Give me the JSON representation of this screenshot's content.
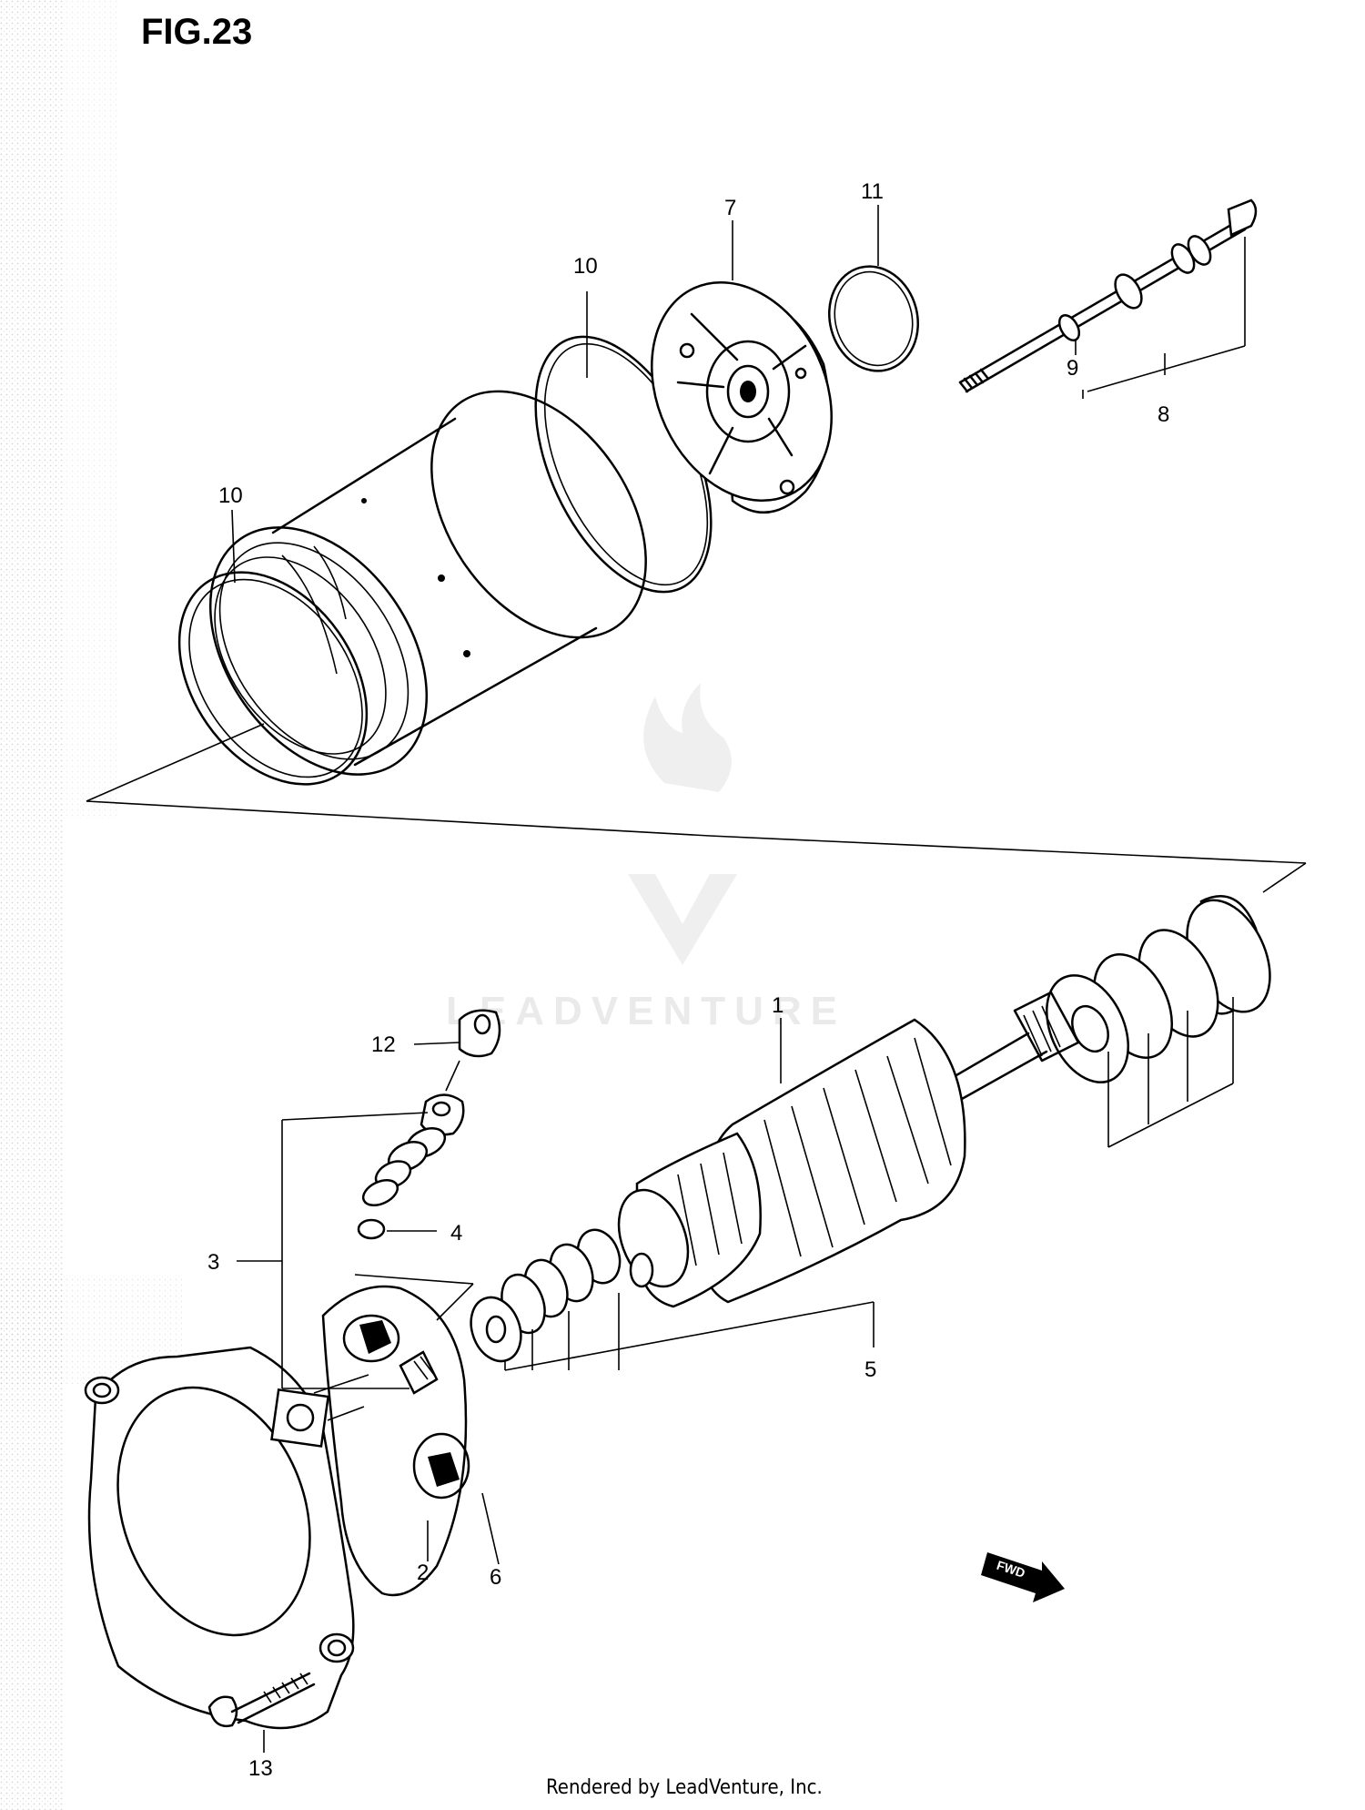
{
  "figure": {
    "title": "FIG.23",
    "watermark": "LEADVENTURE",
    "footer": "Rendered by LeadVenture, Inc.",
    "fwd_label": "FWD"
  },
  "callouts": {
    "c1": "1",
    "c2": "2",
    "c3": "3",
    "c4": "4",
    "c5": "5",
    "c6": "6",
    "c7": "7",
    "c8": "8",
    "c9": "9",
    "c10a": "10",
    "c10b": "10",
    "c11": "11",
    "c12": "12",
    "c13": "13"
  },
  "colors": {
    "ink": "#000000",
    "paper": "#ffffff",
    "watermark": "#d9d9d9",
    "scan_dots": "#b5b5b5"
  }
}
